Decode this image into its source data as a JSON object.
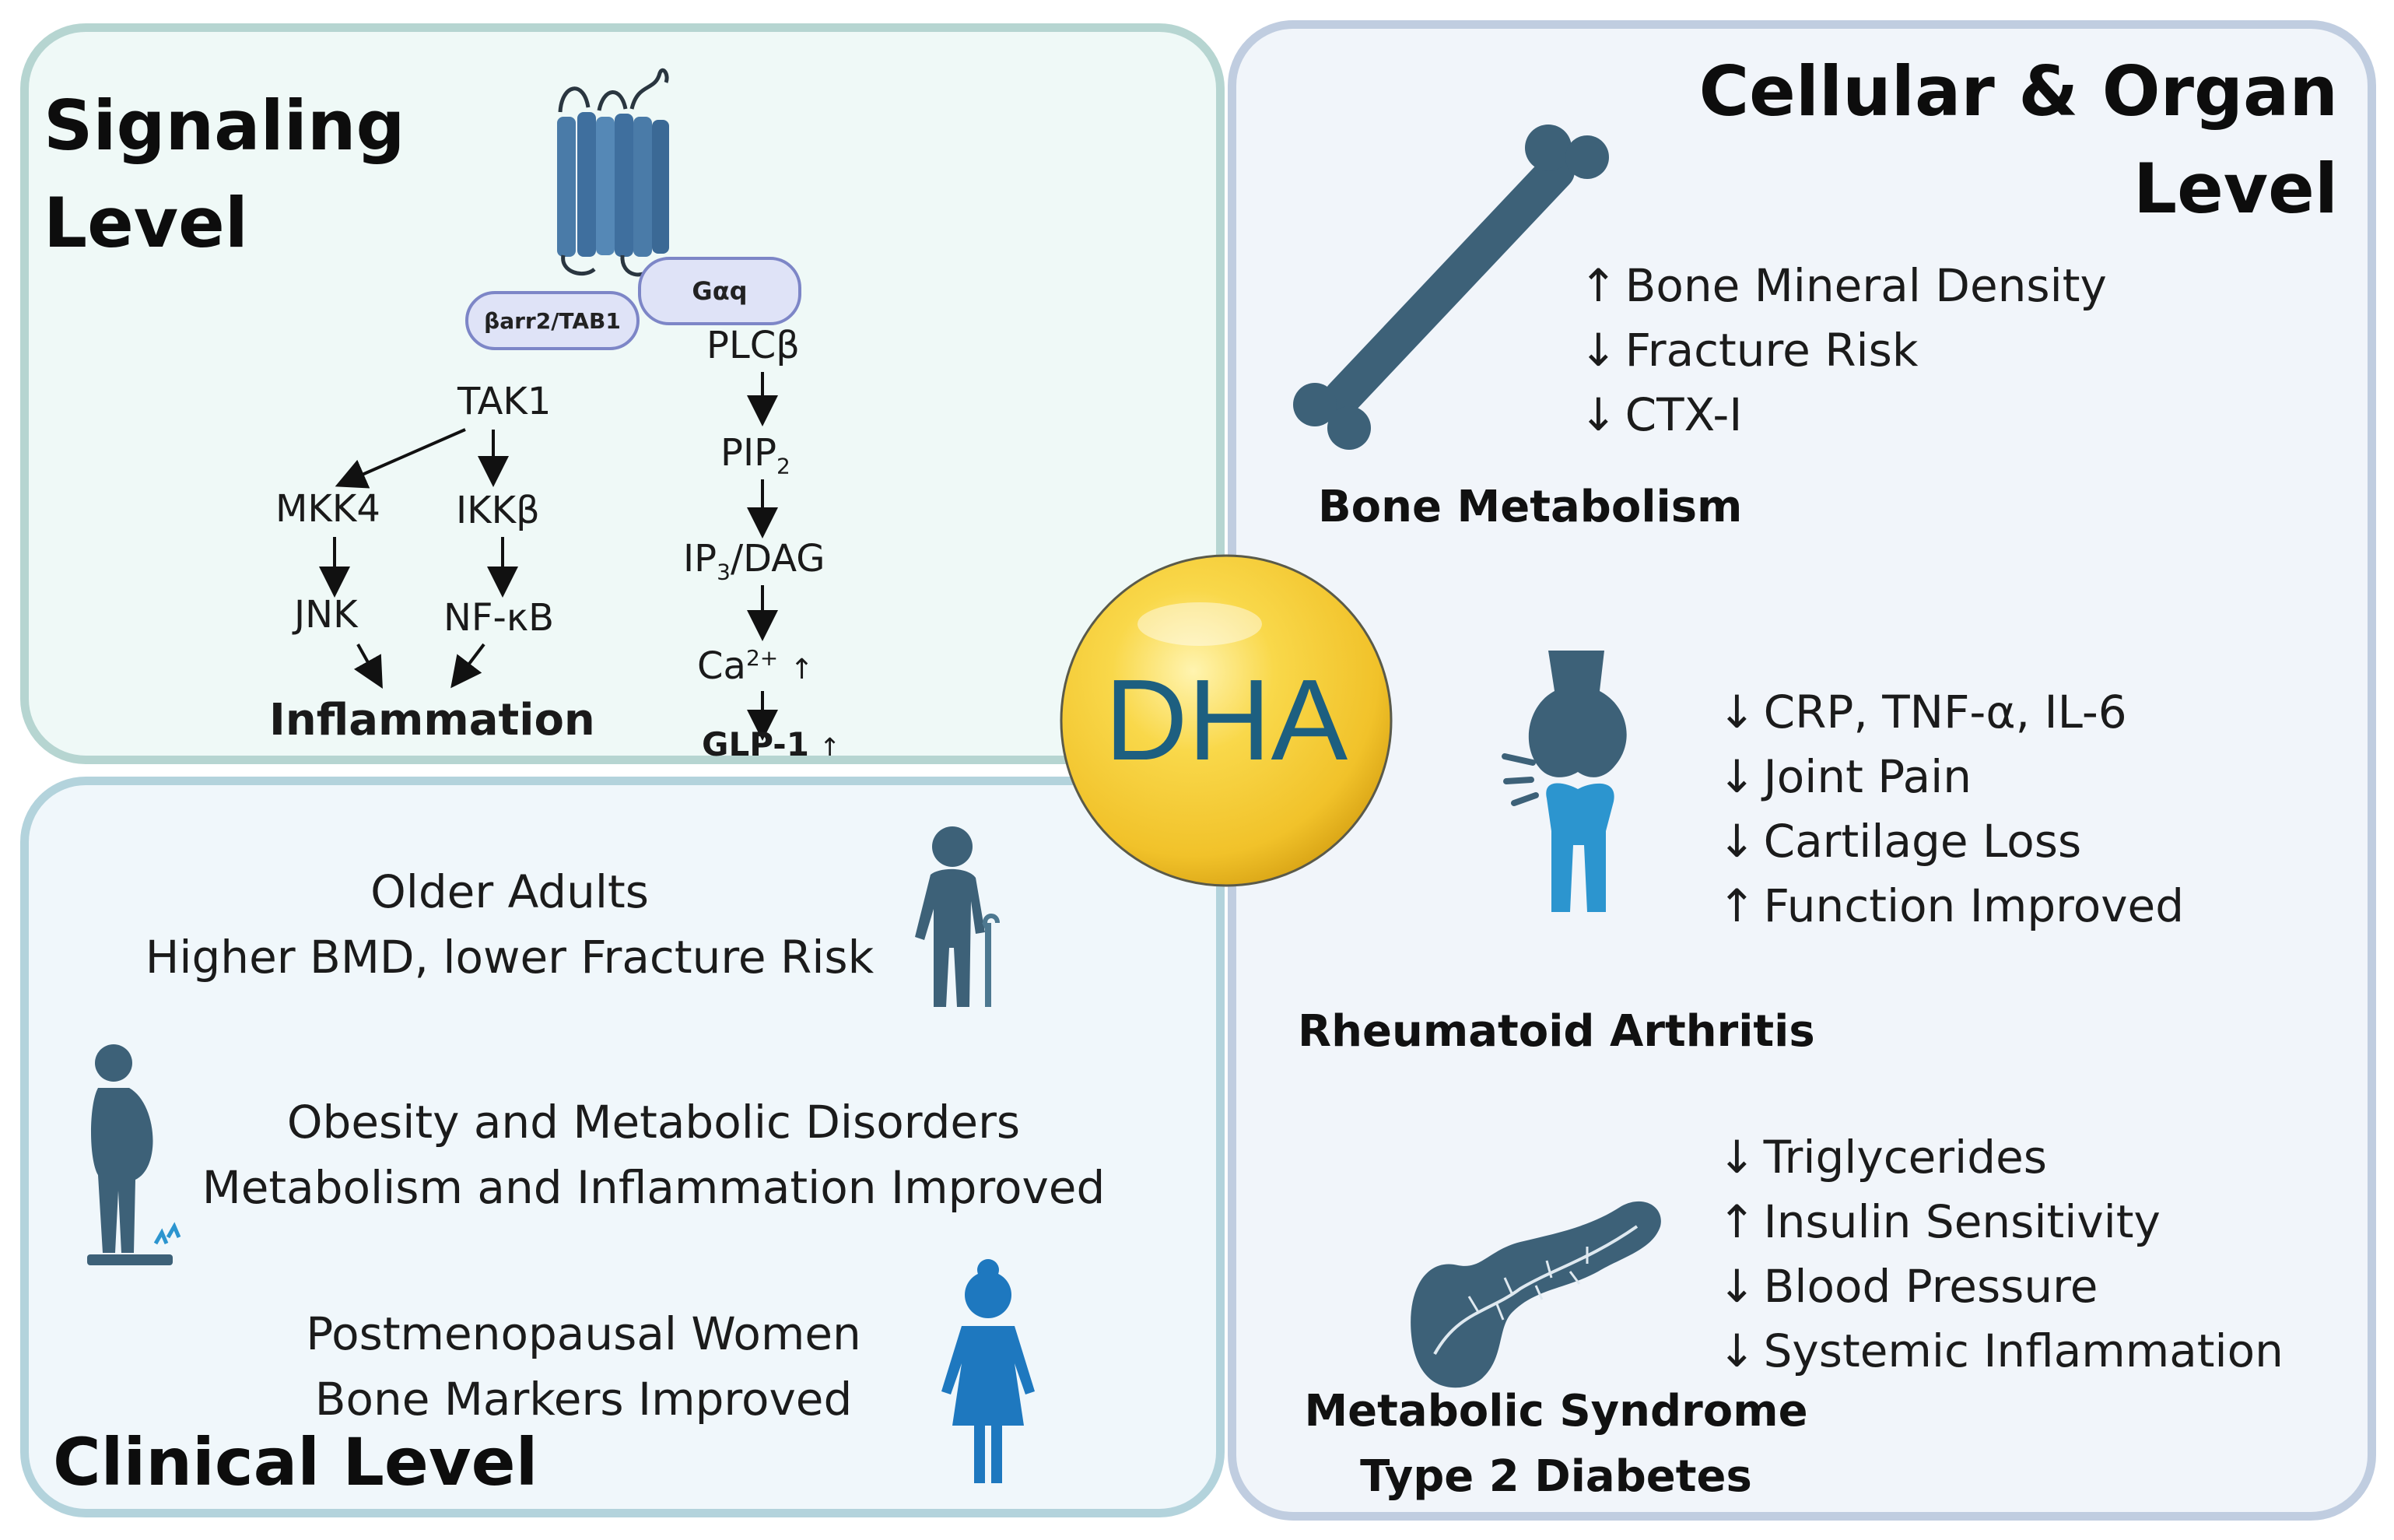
{
  "center": {
    "label": "DHA"
  },
  "signaling": {
    "title_line1": "Signaling",
    "title_line2": "Level",
    "receptor_partners": {
      "left": "βarr2/TAB1",
      "right": "Gαq"
    },
    "left_pathway": {
      "tak1": "TAK1",
      "mkk4": "MKK4",
      "ikkb": "IKKβ",
      "jnk": "JNK",
      "nfkb": "NF-κB",
      "outcome": "Inflammation"
    },
    "right_pathway": {
      "plcb": "PLCβ",
      "pip2_base": "PIP",
      "pip2_sub": "2",
      "ip3_base": "IP",
      "ip3_sub": "3",
      "ip3_rest": "/DAG",
      "ca_base": "Ca",
      "ca_sup": "2+",
      "ca_arrow": "↑",
      "outcome": "GLP-1",
      "outcome_arrow": "↑"
    }
  },
  "clinical": {
    "title": "Clinical Level",
    "groups": [
      {
        "line1": "Older Adults",
        "line2": "Higher BMD, lower Fracture Risk"
      },
      {
        "line1": "Obesity  and Metabolic Disorders",
        "line2": "Metabolism and Inflammation Improved"
      },
      {
        "line1": "Postmenopausal Women",
        "line2": "Bone Markers Improved"
      }
    ]
  },
  "cellular": {
    "title_line1": "Cellular & Organ",
    "title_line2": "Level",
    "bone": {
      "label": "Bone Metabolism",
      "effects": [
        {
          "arrow": "↑",
          "text": "Bone Mineral Density"
        },
        {
          "arrow": "↓",
          "text": "Fracture Risk"
        },
        {
          "arrow": "↓",
          "text": "CTX-I"
        }
      ]
    },
    "ra": {
      "label": "Rheumatoid Arthritis",
      "effects": [
        {
          "arrow": "↓",
          "text": "CRP, TNF-α, IL-6"
        },
        {
          "arrow": "↓",
          "text": "Joint Pain"
        },
        {
          "arrow": "↓",
          "text": "Cartilage Loss"
        },
        {
          "arrow": "↑",
          "text": "Function Improved"
        }
      ]
    },
    "metabolic": {
      "label_line1": "Metabolic Syndrome",
      "label_line2": "Type 2 Diabetes",
      "effects": [
        {
          "arrow": "↓",
          "text": "Triglycerides"
        },
        {
          "arrow": "↑",
          "text": "Insulin Sensitivity"
        },
        {
          "arrow": "↓",
          "text": "Blood Pressure"
        },
        {
          "arrow": "↓",
          "text": "Systemic Inflammation"
        }
      ]
    }
  },
  "colors": {
    "icon_dark": "#3d6178",
    "icon_blue": "#1e78bf",
    "icon_light_blue": "#2c95cf",
    "dha_gold": "#f4c934",
    "dha_text": "#1d5f80"
  },
  "icons": [
    "gpcr-receptor-icon",
    "bone-icon",
    "knee-joint-icon",
    "pancreas-icon",
    "elderly-person-icon",
    "scale-person-icon",
    "woman-icon"
  ]
}
